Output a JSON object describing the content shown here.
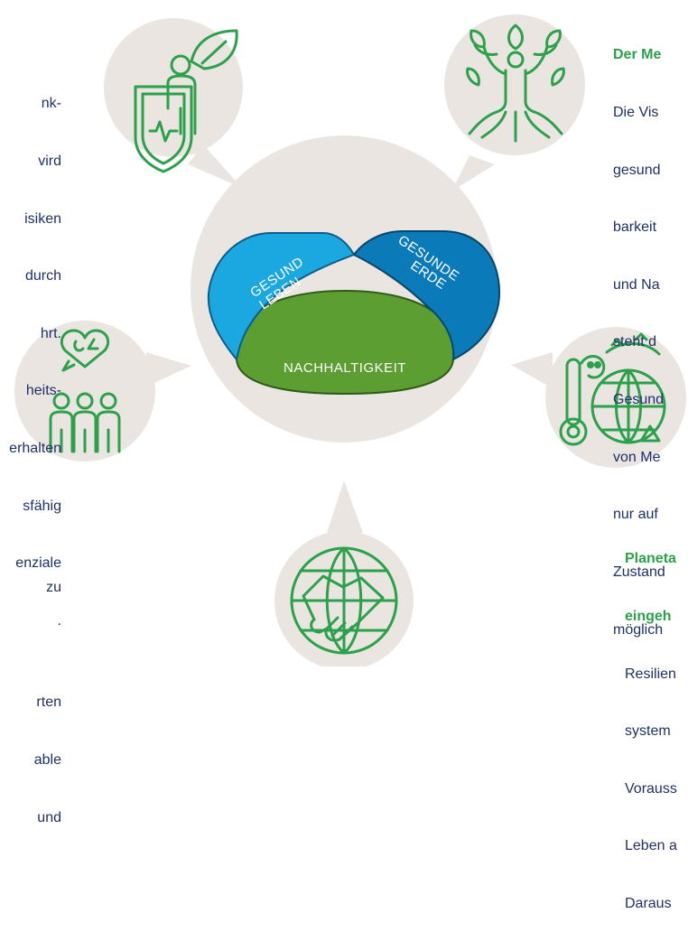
{
  "left_top_text": [
    "nk-",
    "vird",
    "isiken",
    "durch",
    "hrt.",
    "heits-",
    "erhalten",
    "sfähig",
    "enziale",
    "."
  ],
  "left_bottom_text": [
    "zu",
    "",
    "rten",
    "able",
    "und",
    ""
  ],
  "right_top": {
    "heading": "Der Me",
    "lines": [
      "Die Vis",
      "gesund",
      "barkeit",
      "und Na",
      "steht d",
      "Gesund",
      "von Me",
      "nur auf",
      "Zustand",
      "möglich"
    ]
  },
  "right_bottom": {
    "heading_lines": [
      "Planeta",
      "eingeh"
    ],
    "lines": [
      "Resilien",
      "system",
      "Vorauss",
      "Leben a",
      "Daraus"
    ]
  },
  "center": {
    "left_label": [
      "GESUND",
      "LEBEN"
    ],
    "right_label": [
      "GESUNDE",
      "ERDE"
    ],
    "bottom_label": "NACHHALTIGKEIT"
  },
  "icons": [
    "health-shield-leaf-icon",
    "tree-person-icon",
    "community-dialogue-icon",
    "climate-globe-icon",
    "globe-handshake-icon"
  ],
  "colors": {
    "bubble": "#ebe5e1",
    "icon_green": "#2aa14a",
    "band_light_blue": "#1ba8e0",
    "band_dark_blue": "#0b7ab8",
    "band_green": "#5d9e32",
    "text_navy": "#1f2f6a"
  }
}
